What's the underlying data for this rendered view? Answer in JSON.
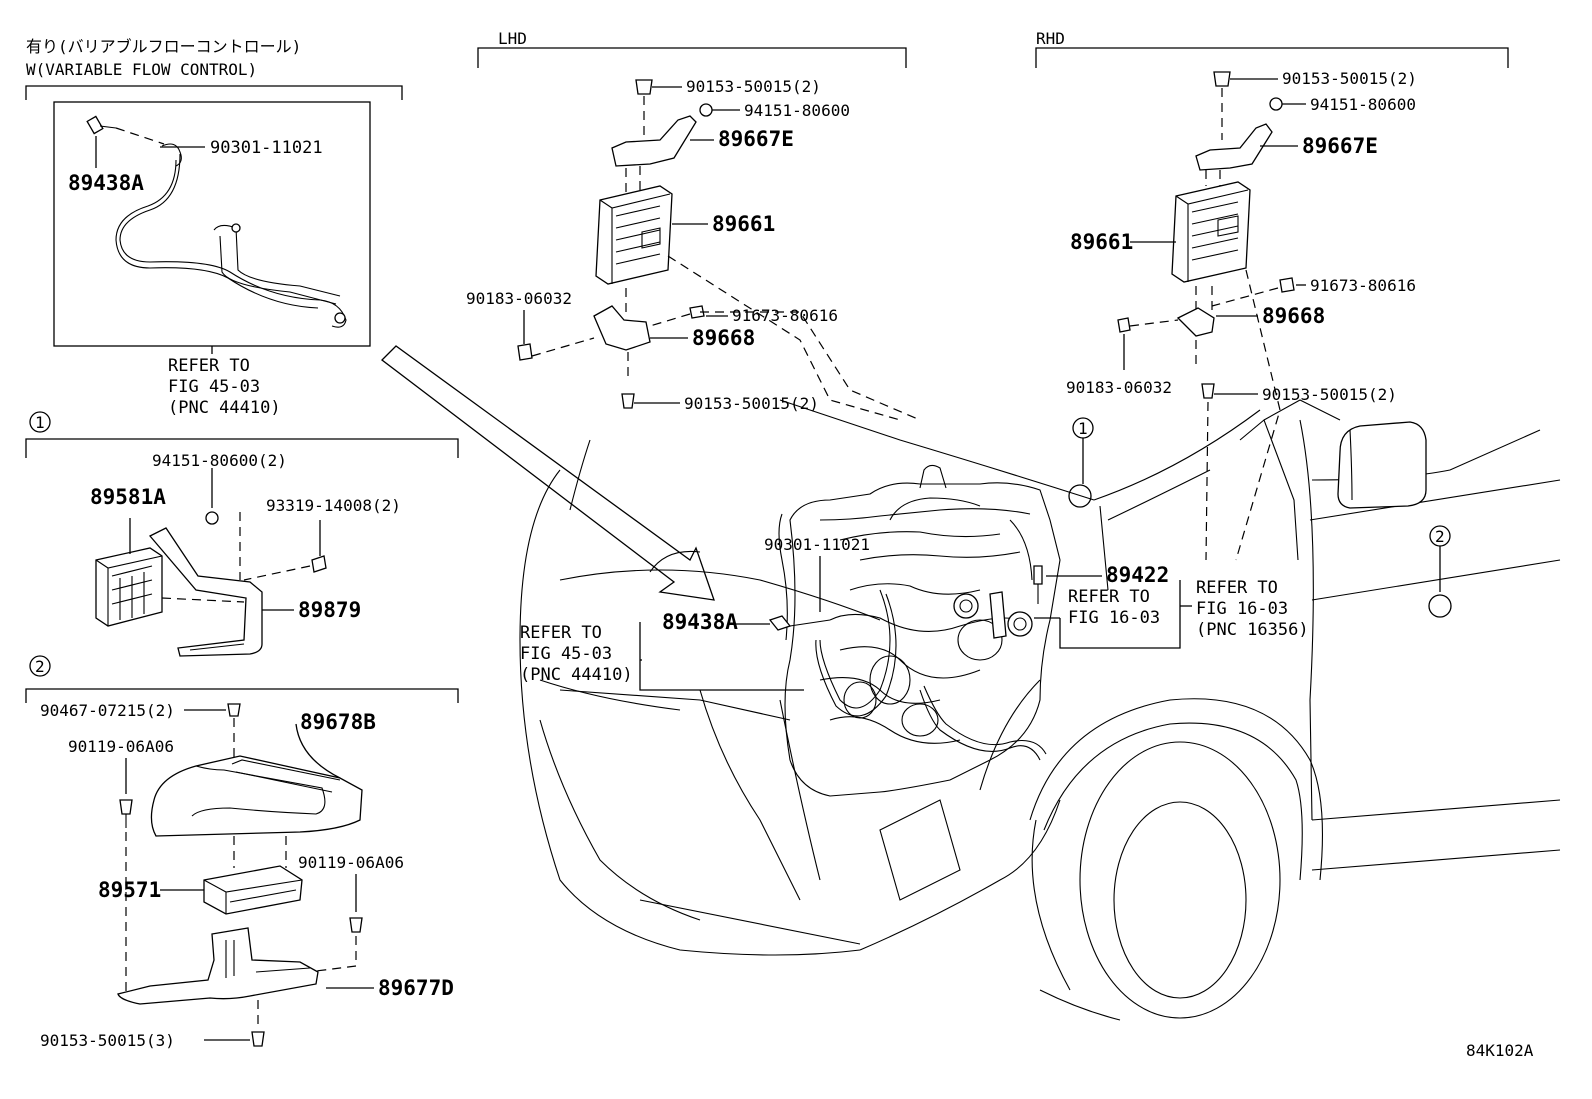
{
  "sections": {
    "variable_flow": {
      "title_jp": "有り(バリアブルフローコントロール)",
      "title_en": "W(VARIABLE FLOW CONTROL)"
    },
    "lhd": {
      "title": "LHD"
    },
    "rhd": {
      "title": "RHD"
    },
    "detail1": {
      "marker": "1"
    },
    "detail2": {
      "marker": "2"
    }
  },
  "parts": {
    "p89438A_top": "89438A",
    "p90301_top": "90301-11021",
    "refer_45_top": [
      "REFER TO",
      "FIG 45-03",
      "(PNC 44410)"
    ],
    "p94151_2": "94151-80600(2)",
    "p93319": "93319-14008(2)",
    "p89581A": "89581A",
    "p89879": "89879",
    "p90467": "90467-07215(2)",
    "p89678B": "89678B",
    "p90119_a": "90119-06A06",
    "p90119_b": "90119-06A06",
    "p89571": "89571",
    "p89677D": "89677D",
    "p90153_3": "90153-50015(3)",
    "lhd_90153_top": "90153-50015(2)",
    "lhd_94151": "94151-80600",
    "lhd_89667E": "89667E",
    "lhd_89661": "89661",
    "lhd_90183": "90183-06032",
    "lhd_91673": "91673-80616",
    "lhd_89668": "89668",
    "lhd_90153_bot": "90153-50015(2)",
    "rhd_90153_top": "90153-50015(2)",
    "rhd_94151": "94151-80600",
    "rhd_89667E": "89667E",
    "rhd_89661": "89661",
    "rhd_91673": "91673-80616",
    "rhd_89668": "89668",
    "rhd_90183": "90183-06032",
    "rhd_90153_bot": "90153-50015(2)",
    "eng_90301": "90301-11021",
    "eng_89438A": "89438A",
    "eng_89422": "89422",
    "refer_16_a": [
      "REFER TO",
      "FIG 16-03"
    ],
    "refer_16_b": [
      "REFER TO",
      "FIG 16-03",
      "(PNC 16356)"
    ],
    "refer_45_eng": [
      "REFER TO",
      "FIG 45-03",
      "(PNC 44410)"
    ],
    "callout1": "1",
    "callout2": "2"
  },
  "figure_id": "84K102A"
}
